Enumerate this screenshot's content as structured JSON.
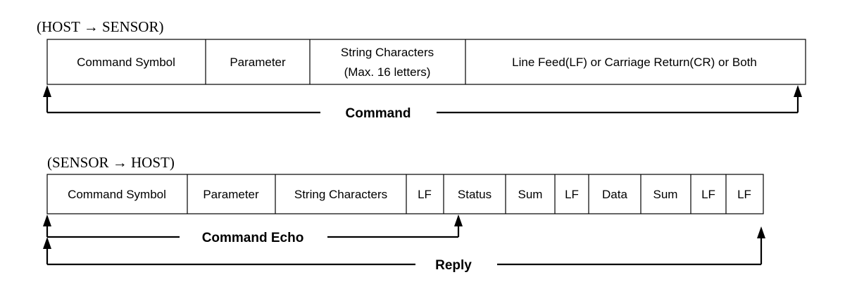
{
  "host_to_sensor": {
    "title": "(HOST → SENSOR)",
    "cells": [
      {
        "lines": [
          "Command Symbol"
        ]
      },
      {
        "lines": [
          "Parameter"
        ]
      },
      {
        "lines": [
          "String Characters",
          "(Max. 16 letters)"
        ]
      },
      {
        "lines": [
          "Line Feed(LF) or Carriage Return(CR) or Both"
        ]
      }
    ],
    "label_command": "Command"
  },
  "sensor_to_host": {
    "title": "(SENSOR → HOST)",
    "cells": [
      {
        "lines": [
          "Command Symbol"
        ]
      },
      {
        "lines": [
          "Parameter"
        ]
      },
      {
        "lines": [
          "String Characters"
        ]
      },
      {
        "lines": [
          "LF"
        ]
      },
      {
        "lines": [
          "Status"
        ]
      },
      {
        "lines": [
          "Sum"
        ]
      },
      {
        "lines": [
          "LF"
        ]
      },
      {
        "lines": [
          "Data"
        ]
      },
      {
        "lines": [
          "Sum"
        ]
      },
      {
        "lines": [
          "LF"
        ]
      },
      {
        "lines": [
          "LF"
        ]
      }
    ],
    "label_echo": "Command Echo",
    "label_reply": "Reply"
  }
}
